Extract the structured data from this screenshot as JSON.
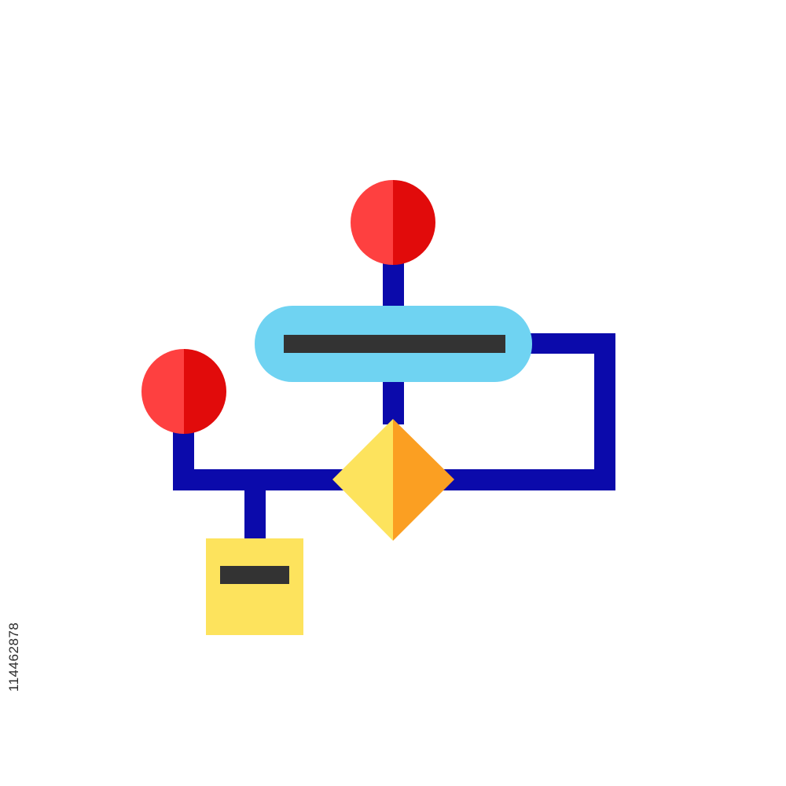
{
  "image_id_text": "114462878",
  "colors": {
    "background": "#ffffff",
    "connector": "#0b0aab",
    "circle_light": "#fe4040",
    "circle_dark": "#e10b0b",
    "process_fill": "#6fd3f2",
    "bar": "#333333",
    "diamond_light": "#fde35d",
    "diamond_dark": "#fb9f22",
    "square_fill": "#fde35d"
  },
  "nodes": [
    {
      "id": "start-circle-top",
      "shape": "circle"
    },
    {
      "id": "start-circle-left",
      "shape": "circle"
    },
    {
      "id": "process-pill",
      "shape": "rounded-rectangle"
    },
    {
      "id": "decision-diamond",
      "shape": "diamond"
    },
    {
      "id": "output-square",
      "shape": "square"
    }
  ]
}
